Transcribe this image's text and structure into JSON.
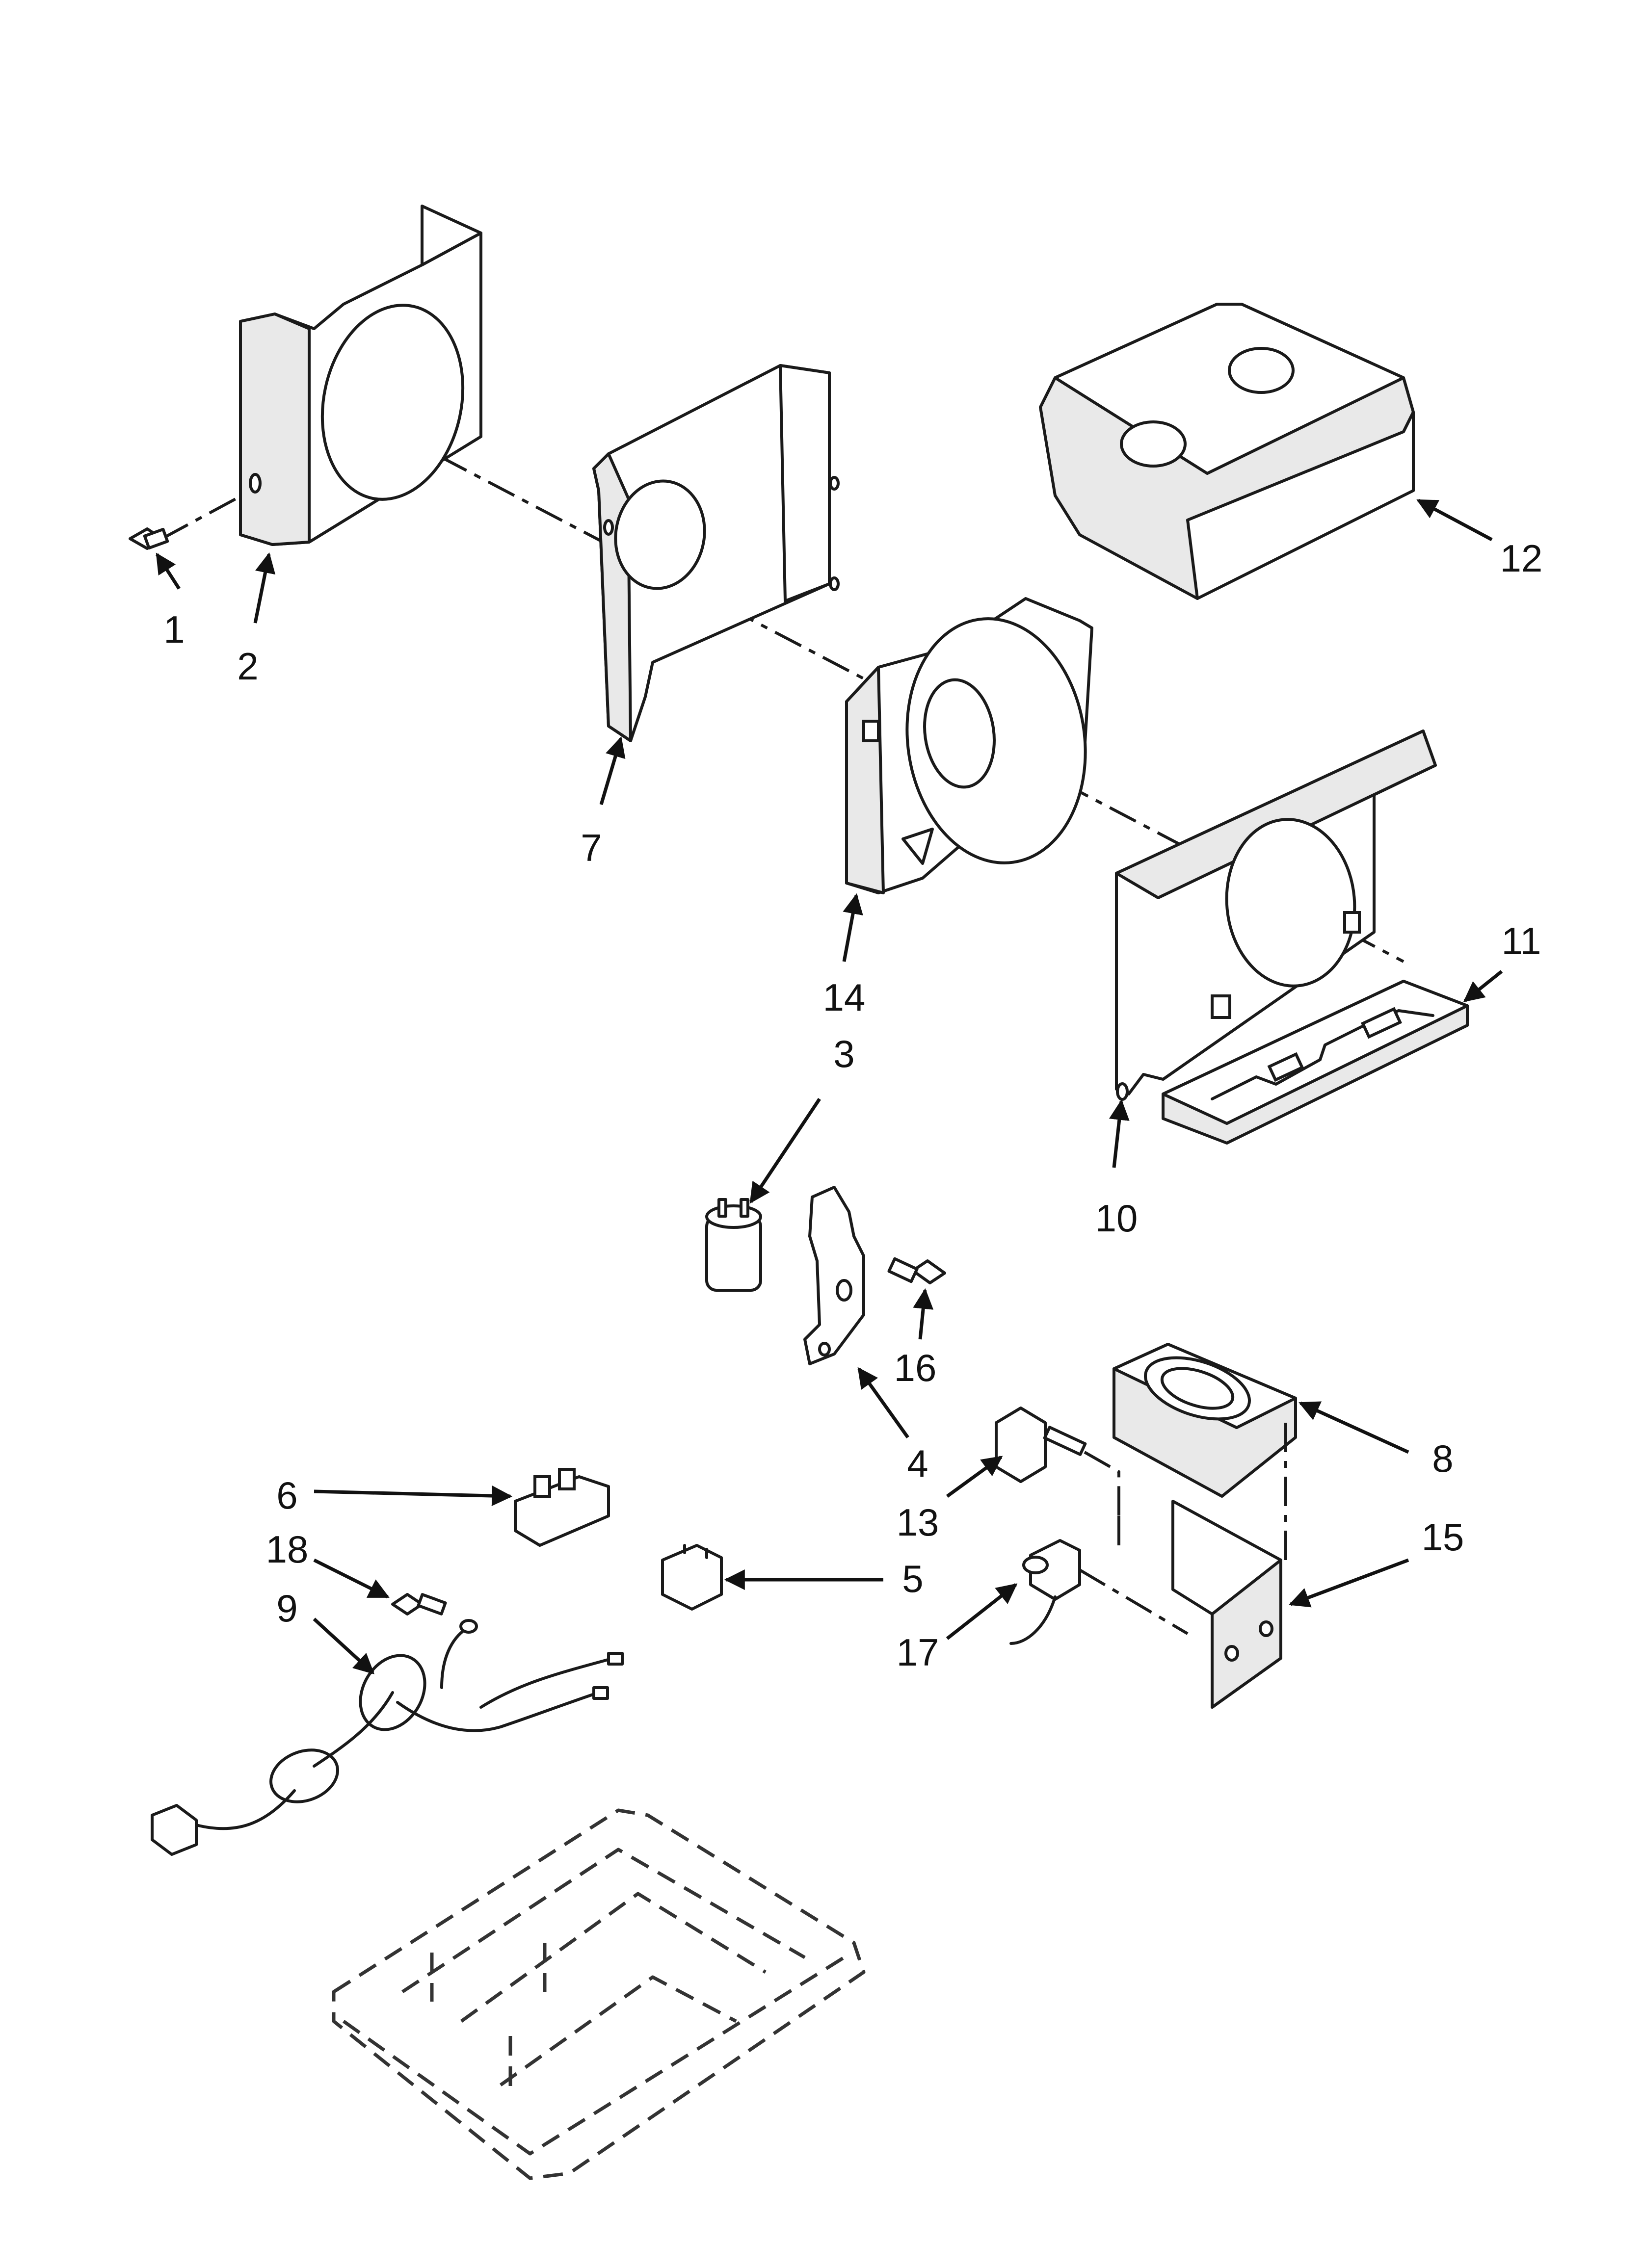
{
  "colors": {
    "ink": "#1a1a1a",
    "paper": "#ffffff",
    "shade": "#e9e9e9"
  },
  "callouts": {
    "c1": "1",
    "c2": "2",
    "c3": "3",
    "c4": "4",
    "c5": "5",
    "c6": "6",
    "c7": "7",
    "c8": "8",
    "c9": "9",
    "c10": "10",
    "c11": "11",
    "c12": "12",
    "c13": "13",
    "c14": "14",
    "c15": "15",
    "c16": "16",
    "c17": "17",
    "c18": "18"
  }
}
